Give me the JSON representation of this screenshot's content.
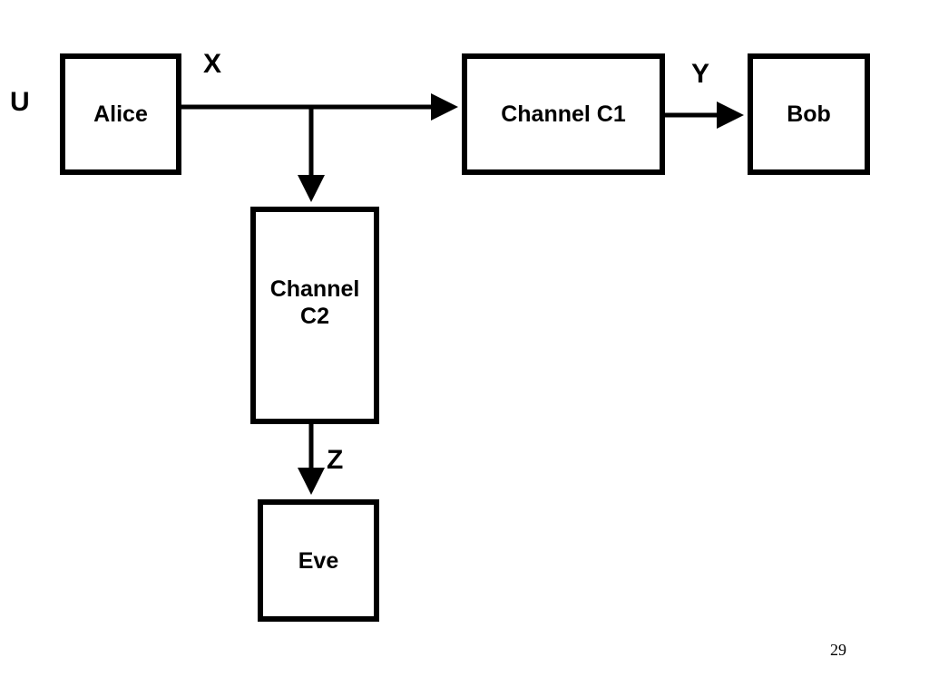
{
  "diagram": {
    "nodes": {
      "alice": "Alice",
      "channel_c1": "Channel C1",
      "bob": "Bob",
      "channel_c2_line1": "Channel",
      "channel_c2_line2": "C2",
      "eve": "Eve"
    },
    "variables": {
      "u": "U",
      "x": "X",
      "y": "Y",
      "z": "Z"
    },
    "edges": [
      {
        "from": "Alice",
        "to": "Channel C1",
        "label": "X"
      },
      {
        "from": "Alice",
        "to": "Channel C2",
        "label": "X"
      },
      {
        "from": "Channel C1",
        "to": "Bob",
        "label": "Y"
      },
      {
        "from": "Channel C2",
        "to": "Eve",
        "label": "Z"
      }
    ]
  },
  "page_number": "29"
}
